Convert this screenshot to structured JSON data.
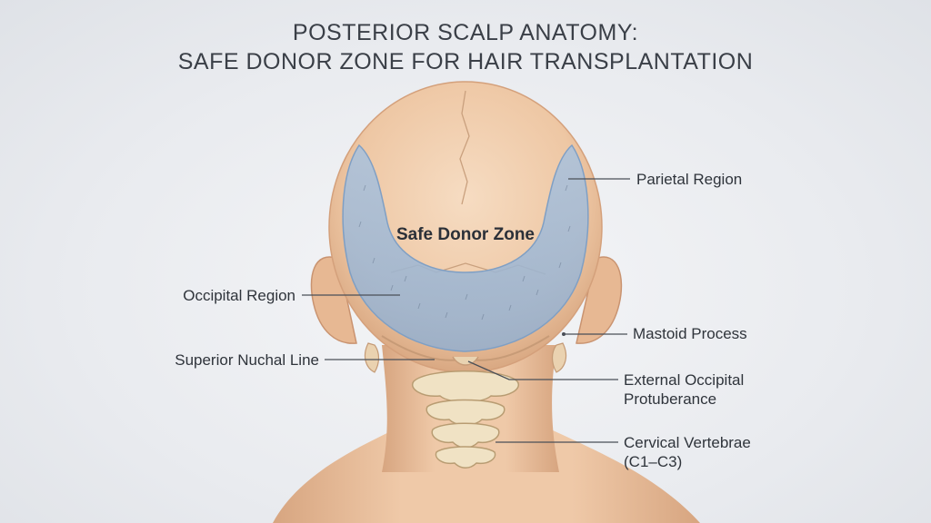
{
  "title": {
    "line1": "POSTERIOR SCALP ANATOMY:",
    "line2": "SAFE DONOR ZONE FOR HAIR TRANSPLANTATION"
  },
  "zone_label": "Safe Donor Zone",
  "labels": {
    "parietal": "Parietal Region",
    "occipital": "Occipital Region",
    "mastoid": "Mastoid Process",
    "nuchal": "Superior Nuchal Line",
    "eop_line1": "External Occipital",
    "eop_line2": "Protuberance",
    "cervical_line1": "Cervical Vertebrae",
    "cervical_line2": "(C1–C3)"
  },
  "colors": {
    "skin": "#f1cfb0",
    "skin_shadow": "#dcae8a",
    "donor_zone": "#9fb9d6",
    "bone": "#f0e2c4",
    "title": "#3a3f47"
  }
}
